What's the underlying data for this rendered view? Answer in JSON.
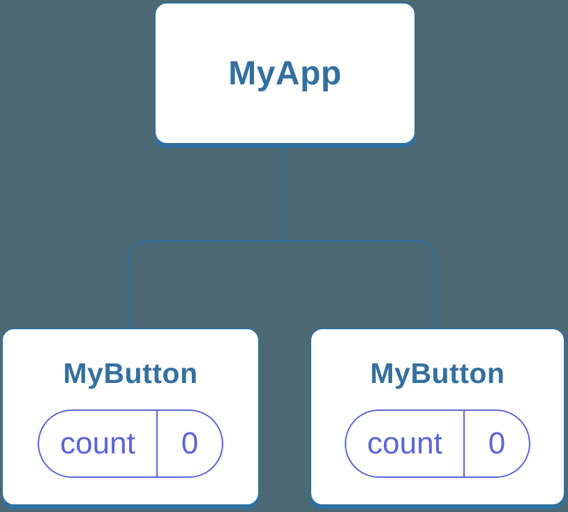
{
  "diagram": {
    "description": "React component tree diagram",
    "root": {
      "label": "MyApp"
    },
    "children": [
      {
        "label": "MyButton",
        "state": {
          "key": "count",
          "value": "0"
        }
      },
      {
        "label": "MyButton",
        "state": {
          "key": "count",
          "value": "0"
        }
      }
    ]
  },
  "colors": {
    "bg": "#4d6973",
    "line": "#2e70a2",
    "border": "#2e70a2",
    "title": "#34709f",
    "pill": "#5c63d6"
  }
}
